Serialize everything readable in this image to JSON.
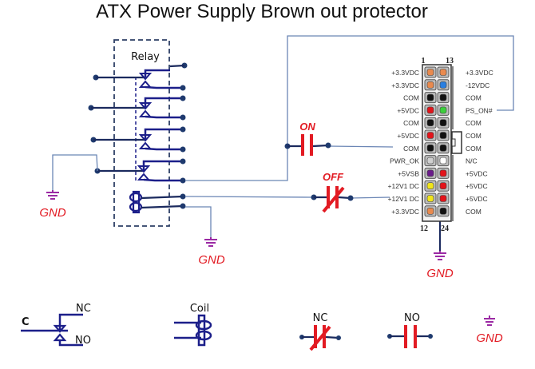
{
  "title": "ATX Power Supply Brown out protector",
  "relay_label": "Relay",
  "ground_label": "GND",
  "on_label": "ON",
  "off_label": "OFF",
  "connector": {
    "top_left_pin": "1",
    "top_right_pin": "13",
    "bottom_left_pin": "12",
    "bottom_right_pin": "24",
    "left_pins": [
      {
        "label": "+3.3VDC",
        "color": "#e98a4e"
      },
      {
        "label": "+3.3VDC",
        "color": "#e98a4e"
      },
      {
        "label": "COM",
        "color": "#111111"
      },
      {
        "label": "+5VDC",
        "color": "#e3141b"
      },
      {
        "label": "COM",
        "color": "#111111"
      },
      {
        "label": "+5VDC",
        "color": "#e3141b"
      },
      {
        "label": "COM",
        "color": "#111111"
      },
      {
        "label": "PWR_OK",
        "color": "#d0d0d0"
      },
      {
        "label": "+5VSB",
        "color": "#6a1b8a"
      },
      {
        "label": "+12V1 DC",
        "color": "#f1e51a"
      },
      {
        "label": "+12V1 DC",
        "color": "#f1e51a"
      },
      {
        "label": "+3.3VDC",
        "color": "#e98a4e"
      }
    ],
    "right_pins": [
      {
        "label": "+3.3VDC",
        "color": "#e98a4e"
      },
      {
        "label": "-12VDC",
        "color": "#2a7fe0"
      },
      {
        "label": "COM",
        "color": "#111111"
      },
      {
        "label": "PS_ON#",
        "color": "#3ccf3c"
      },
      {
        "label": "COM",
        "color": "#111111"
      },
      {
        "label": "COM",
        "color": "#111111"
      },
      {
        "label": "COM",
        "color": "#111111"
      },
      {
        "label": "N/C",
        "color": "#ffffff"
      },
      {
        "label": "+5VDC",
        "color": "#e3141b"
      },
      {
        "label": "+5VDC",
        "color": "#e3141b"
      },
      {
        "label": "+5VDC",
        "color": "#e3141b"
      },
      {
        "label": "COM",
        "color": "#111111"
      }
    ]
  },
  "legend": {
    "common_label": "C",
    "nc_label": "NC",
    "no_label": "NO",
    "coil_label": "Coil",
    "nc_contact_label": "NC",
    "no_contact_label": "NO",
    "ground_label": "GND"
  }
}
